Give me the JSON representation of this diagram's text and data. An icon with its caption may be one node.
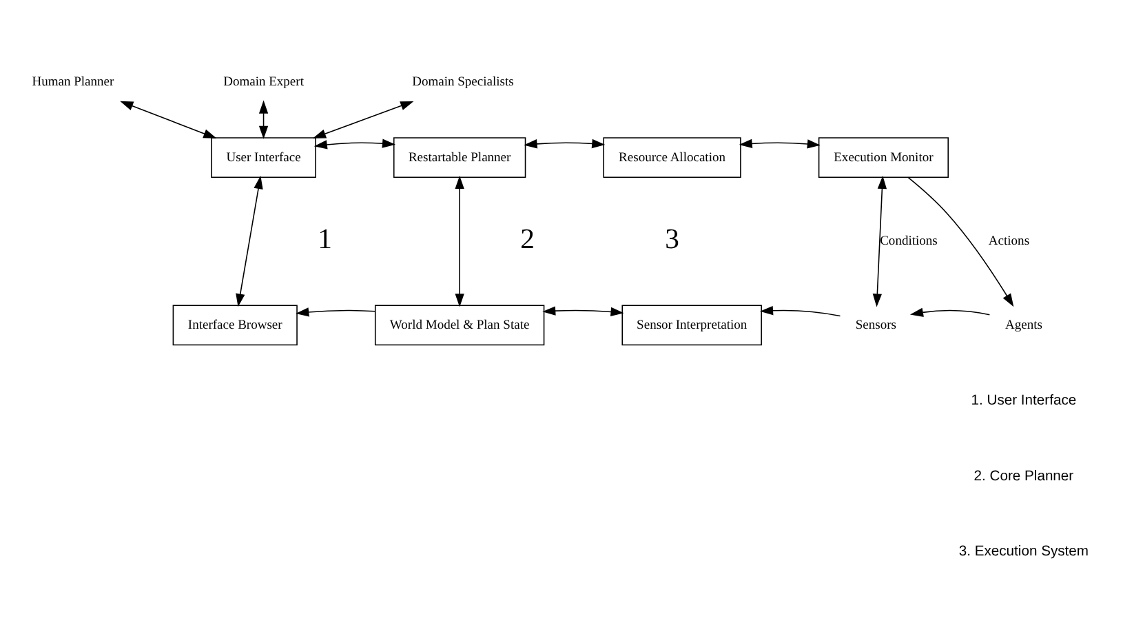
{
  "diagram": {
    "nodes": [
      {
        "text": [
          "Human Planner"
        ]
      },
      {
        "text": [
          "Domain Expert"
        ]
      },
      {
        "text": [
          "Domain Specialists"
        ]
      },
      {
        "text": [
          "User Interface"
        ]
      },
      {
        "text": [
          "Restartable Planner"
        ]
      },
      {
        "text": [
          "Resource Allocation"
        ]
      },
      {
        "text": [
          "Execution Monitor"
        ]
      },
      {
        "text": [
          "Interface Browser"
        ]
      },
      {
        "text": [
          "World Model & Plan State"
        ]
      },
      {
        "text": [
          "Sensor Interpretation"
        ]
      },
      {
        "text": [
          "Sensors"
        ]
      },
      {
        "text": [
          "Agents"
        ]
      }
    ],
    "edges": [
      {
        "from": 3,
        "to": 0,
        "arrow": "both"
      },
      {
        "from": 3,
        "to": 1,
        "arrow": "both"
      },
      {
        "from": 3,
        "to": 2,
        "arrow": "both"
      },
      {
        "from": 3,
        "to": 4,
        "arrow": "both"
      },
      {
        "from": 4,
        "to": 5,
        "arrow": "both"
      },
      {
        "from": 5,
        "to": 6,
        "arrow": "both"
      },
      {
        "from": 3,
        "to": 7,
        "arrow": "both"
      },
      {
        "from": 4,
        "to": 8,
        "arrow": "both"
      },
      {
        "from": 8,
        "to": 7,
        "arrow": "to"
      },
      {
        "from": 8,
        "to": 9,
        "arrow": "both"
      },
      {
        "from": 6,
        "to": 10,
        "arrow": "both",
        "label": "Conditions"
      },
      {
        "from": 6,
        "to": 11,
        "arrow": "to",
        "label": "Actions"
      },
      {
        "from": 11,
        "to": 10,
        "arrow": "to"
      },
      {
        "from": 10,
        "to": 9,
        "arrow": "to"
      }
    ],
    "labels": [
      "1",
      "2",
      "3",
      "1. User Interface",
      "2. Core Planner",
      "3. Execution System"
    ]
  }
}
